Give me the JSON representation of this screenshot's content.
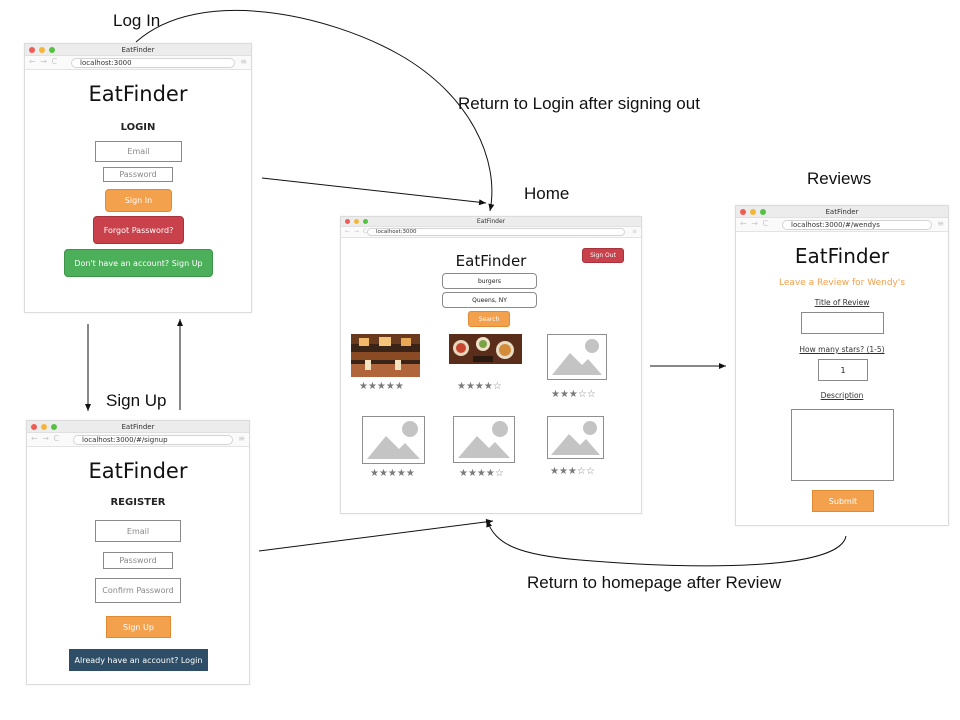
{
  "flow_labels": {
    "login": "Log In",
    "signup": "Sign Up",
    "home": "Home",
    "reviews": "Reviews",
    "return_login": "Return to Login after signing out",
    "return_home": "Return to homepage after Review"
  },
  "browser": {
    "app_title": "EatFinder",
    "nav_glyphs": "← → C",
    "menu_glyph": "≡"
  },
  "login_screen": {
    "url": "localhost:3000",
    "brand": "EatFinder",
    "heading": "LOGIN",
    "email_placeholder": "Email",
    "password_placeholder": "Password",
    "sign_in": "Sign In",
    "forgot_password": "Forgot Password?",
    "signup_link": "Don't have an account? Sign Up"
  },
  "signup_screen": {
    "url": "localhost:3000/#/signup",
    "brand": "EatFinder",
    "heading": "REGISTER",
    "email_placeholder": "Email",
    "password_placeholder": "Password",
    "confirm_placeholder": "Confirm Password",
    "sign_up": "Sign Up",
    "login_link": "Already have an account? Login"
  },
  "home_screen": {
    "url": "localhost:3000",
    "brand": "EatFinder",
    "sign_out": "Sign Out",
    "search_food": "burgers",
    "search_location": "Queens, NY",
    "search_button": "Search",
    "results": [
      {
        "image": "restaurant-photo",
        "rating": 5
      },
      {
        "image": "food-photo",
        "rating": 4
      },
      {
        "image": "image-placeholder",
        "rating": 3
      },
      {
        "image": "image-placeholder",
        "rating": 5
      },
      {
        "image": "image-placeholder",
        "rating": 4
      },
      {
        "image": "image-placeholder",
        "rating": 3
      }
    ]
  },
  "review_screen": {
    "url": "localhost:3000/#/wendys",
    "brand": "EatFinder",
    "title": "Leave a Review for Wendy's",
    "title_label": "Title of Review",
    "stars_label": "How many stars? (1-5)",
    "stars_value": "1",
    "description_label": "Description",
    "submit": "Submit"
  },
  "colors": {
    "orange": "#f4a14d",
    "red": "#c9414b",
    "green": "#4caf5a",
    "navy": "#2d4e66"
  }
}
